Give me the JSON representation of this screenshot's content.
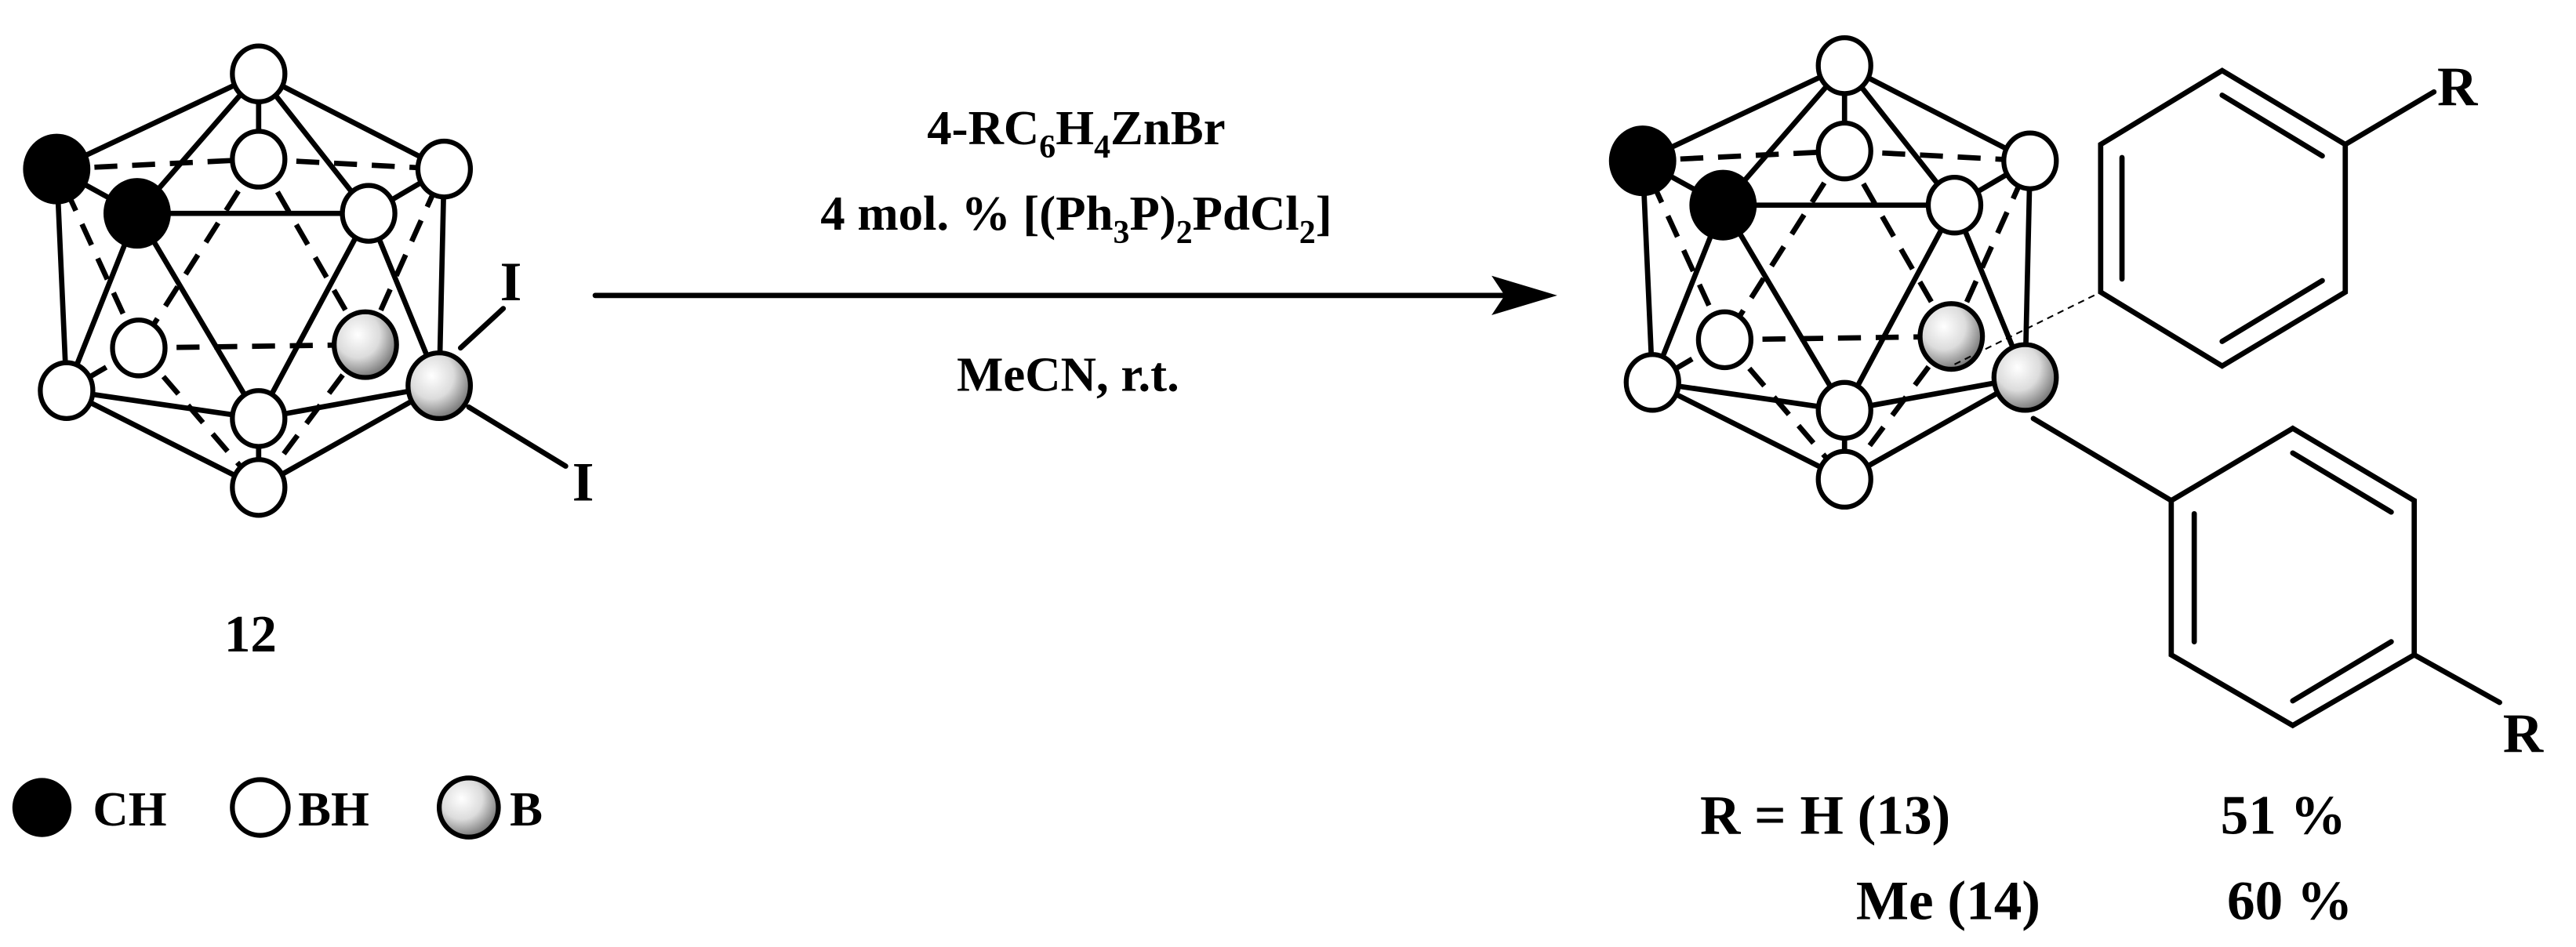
{
  "reactant": {
    "label": "12",
    "substituent": "I"
  },
  "reagents": {
    "line1": [
      "4-RC",
      "6",
      "H",
      "4",
      "ZnBr"
    ],
    "line2": [
      "4 mol. % [(Ph",
      "3",
      "P)",
      "2",
      "PdCl",
      "2",
      "]"
    ],
    "line3": "MeCN, r.t."
  },
  "product": {
    "substituent": "R",
    "variants": [
      {
        "r": "R = H (13)",
        "yield": "51 %"
      },
      {
        "r": "Me (14)",
        "yield": "60 %"
      }
    ]
  },
  "legend": [
    {
      "label": "CH",
      "style": "black-filled-circle"
    },
    {
      "label": "BH",
      "style": "open-circle"
    },
    {
      "label": "B",
      "style": "gray-shaded-sphere"
    }
  ],
  "colors": {
    "ink": "#000000",
    "background": "#ffffff",
    "boron_sphere": "#d0d0d0"
  }
}
